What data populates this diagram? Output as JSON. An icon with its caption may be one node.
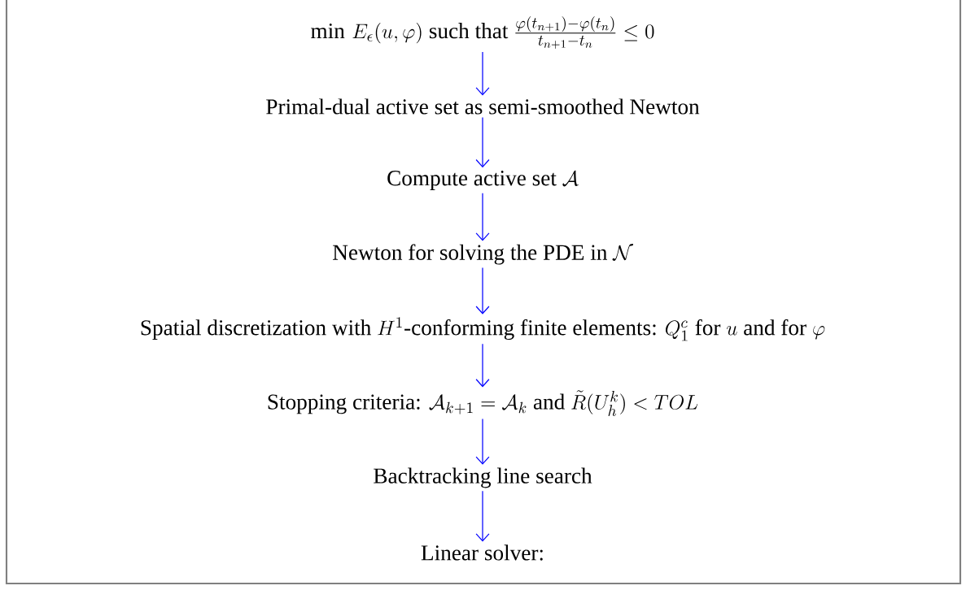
{
  "diagram": {
    "nodes": [
      {
        "text": [
          "\\min\\, E_\\epsilon(u,\\varphi) \\text{ such that } \\frac{\\varphi(t_{n+1})-\\varphi(t_n)}{t_{n+1}-t_n}\\le 0"
        ]
      },
      {
        "text": [
          "\\text{Primal-dual active set as semi-smoothed Newton}"
        ]
      },
      {
        "text": [
          "\\text{Compute active set } \\mathcal{A}"
        ]
      },
      {
        "text": [
          "\\text{Newton for solving the PDE in } \\mathcal{N}"
        ]
      },
      {
        "text": [
          "\\text{Spatial discretization with } H^1\\text{-conforming finite elements: } Q_1^c \\text{ for } u \\text{ and for } \\varphi"
        ]
      },
      {
        "text": [
          "\\text{Stopping criteria: } \\mathcal{A}_{k+1}=\\mathcal{A}_k \\text{ and } \\tilde R(U_h^k) < TOL"
        ]
      },
      {
        "text": [
          "\\text{Backtracking line search}"
        ]
      },
      {
        "text": [
          "\\text{Linear solver:}"
        ]
      }
    ],
    "edges": [
      {
        "from": 0,
        "to": 1,
        "arrow": "to"
      },
      {
        "from": 1,
        "to": 2,
        "arrow": "to"
      },
      {
        "from": 2,
        "to": 3,
        "arrow": "to"
      },
      {
        "from": 3,
        "to": 4,
        "arrow": "to"
      },
      {
        "from": 4,
        "to": 5,
        "arrow": "to"
      },
      {
        "from": 5,
        "to": 6,
        "arrow": "to"
      },
      {
        "from": 6,
        "to": 7,
        "arrow": "to"
      }
    ]
  }
}
